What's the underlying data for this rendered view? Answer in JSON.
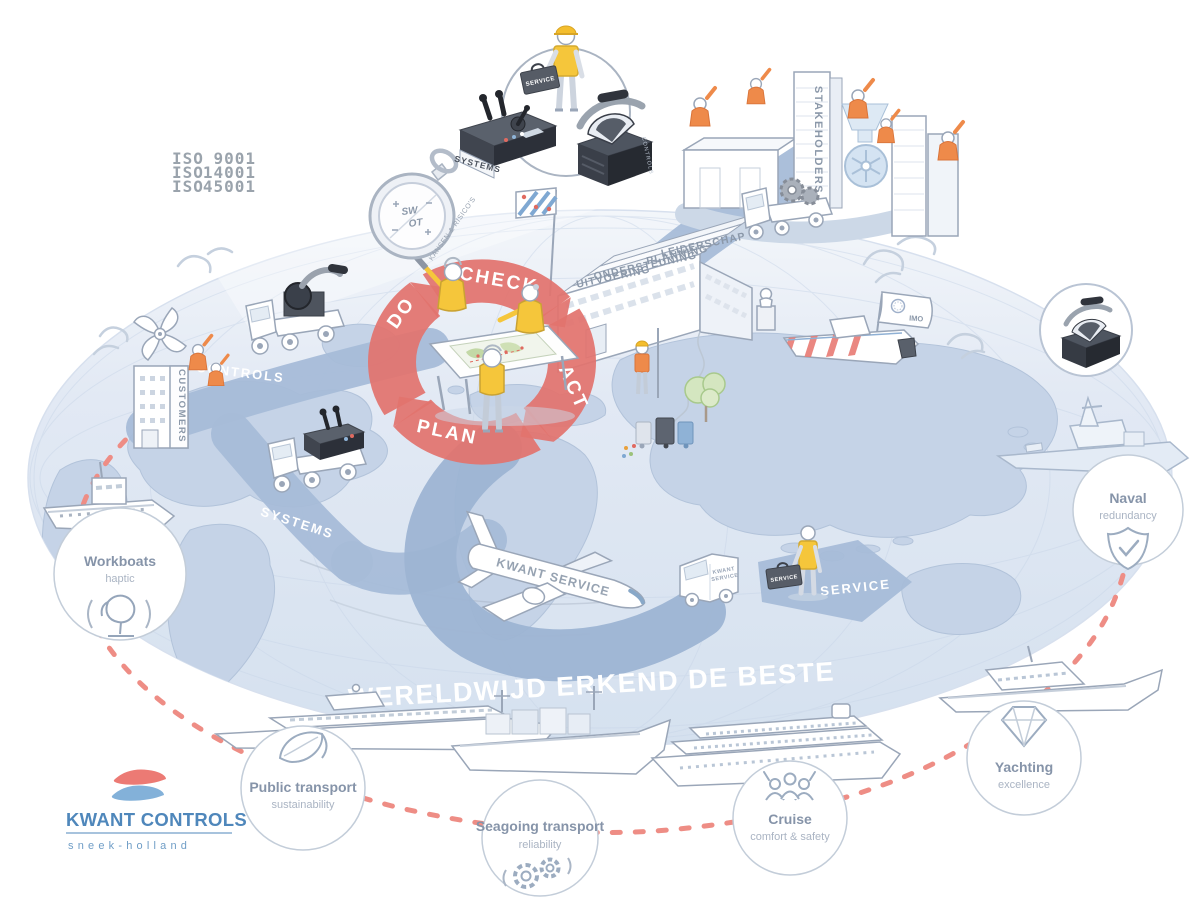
{
  "brand": {
    "logo_title": "KWANT CONTROLS",
    "logo_tagline": "sneek-holland"
  },
  "certifications": {
    "label": "ISO",
    "numbers": [
      "9001",
      "14001",
      "45001"
    ]
  },
  "swot": {
    "top": "SW",
    "bottom": "OT",
    "rim": "KANSEN & RISICO'S"
  },
  "pdca": {
    "do": "DO",
    "check": "CHECK",
    "act": "ACT",
    "plan": "PLAN"
  },
  "organisation": {
    "roofs": [
      "LEIDERSCHAP",
      "PLANNING",
      "ONDERSTEUNING",
      "UITVOERING"
    ]
  },
  "labels": {
    "stakeholders": "STAKEHOLDERS",
    "customers": "CUSTOMERS"
  },
  "routes": {
    "controls": "CONTROLS",
    "systems": "SYSTEMS",
    "service": "SERVICE"
  },
  "products": {
    "systems_console": "SYSTEMS",
    "controls_lever": "CONTROLS"
  },
  "service": {
    "plane": "KWANT SERVICE",
    "van_line1": "KWANT",
    "van_line2": "SERVICE",
    "case": "SERVICE"
  },
  "flags": {
    "imo": "IMO"
  },
  "slogan": "WERELDWIJD ERKEND DE BESTE",
  "markets": [
    {
      "title": "Workboats",
      "subtitle": "haptic",
      "icon": "azimuth-thruster-icon"
    },
    {
      "title": "Public transport",
      "subtitle": "sustainability",
      "icon": "leaf-icon"
    },
    {
      "title": "Seagoing transport",
      "subtitle": "reliability",
      "icon": "gears-icon"
    },
    {
      "title": "Cruise",
      "subtitle": "comfort & safety",
      "icon": "people-icon"
    },
    {
      "title": "Yachting",
      "subtitle": "excellence",
      "icon": "diamond-icon"
    },
    {
      "title": "Naval",
      "subtitle": "redundancy",
      "icon": "shield-check-icon"
    }
  ],
  "palette": {
    "accent_red": "#e2736e",
    "route_red": "#ee8d85",
    "road_blue": "#a7bcd8",
    "sea": "#dbe5f2",
    "land": "#c5d3e7",
    "ink": "#9aa6b8",
    "orange": "#ee8a4a",
    "yellow": "#f5c63b",
    "logo_blue": "#4f87bb"
  }
}
